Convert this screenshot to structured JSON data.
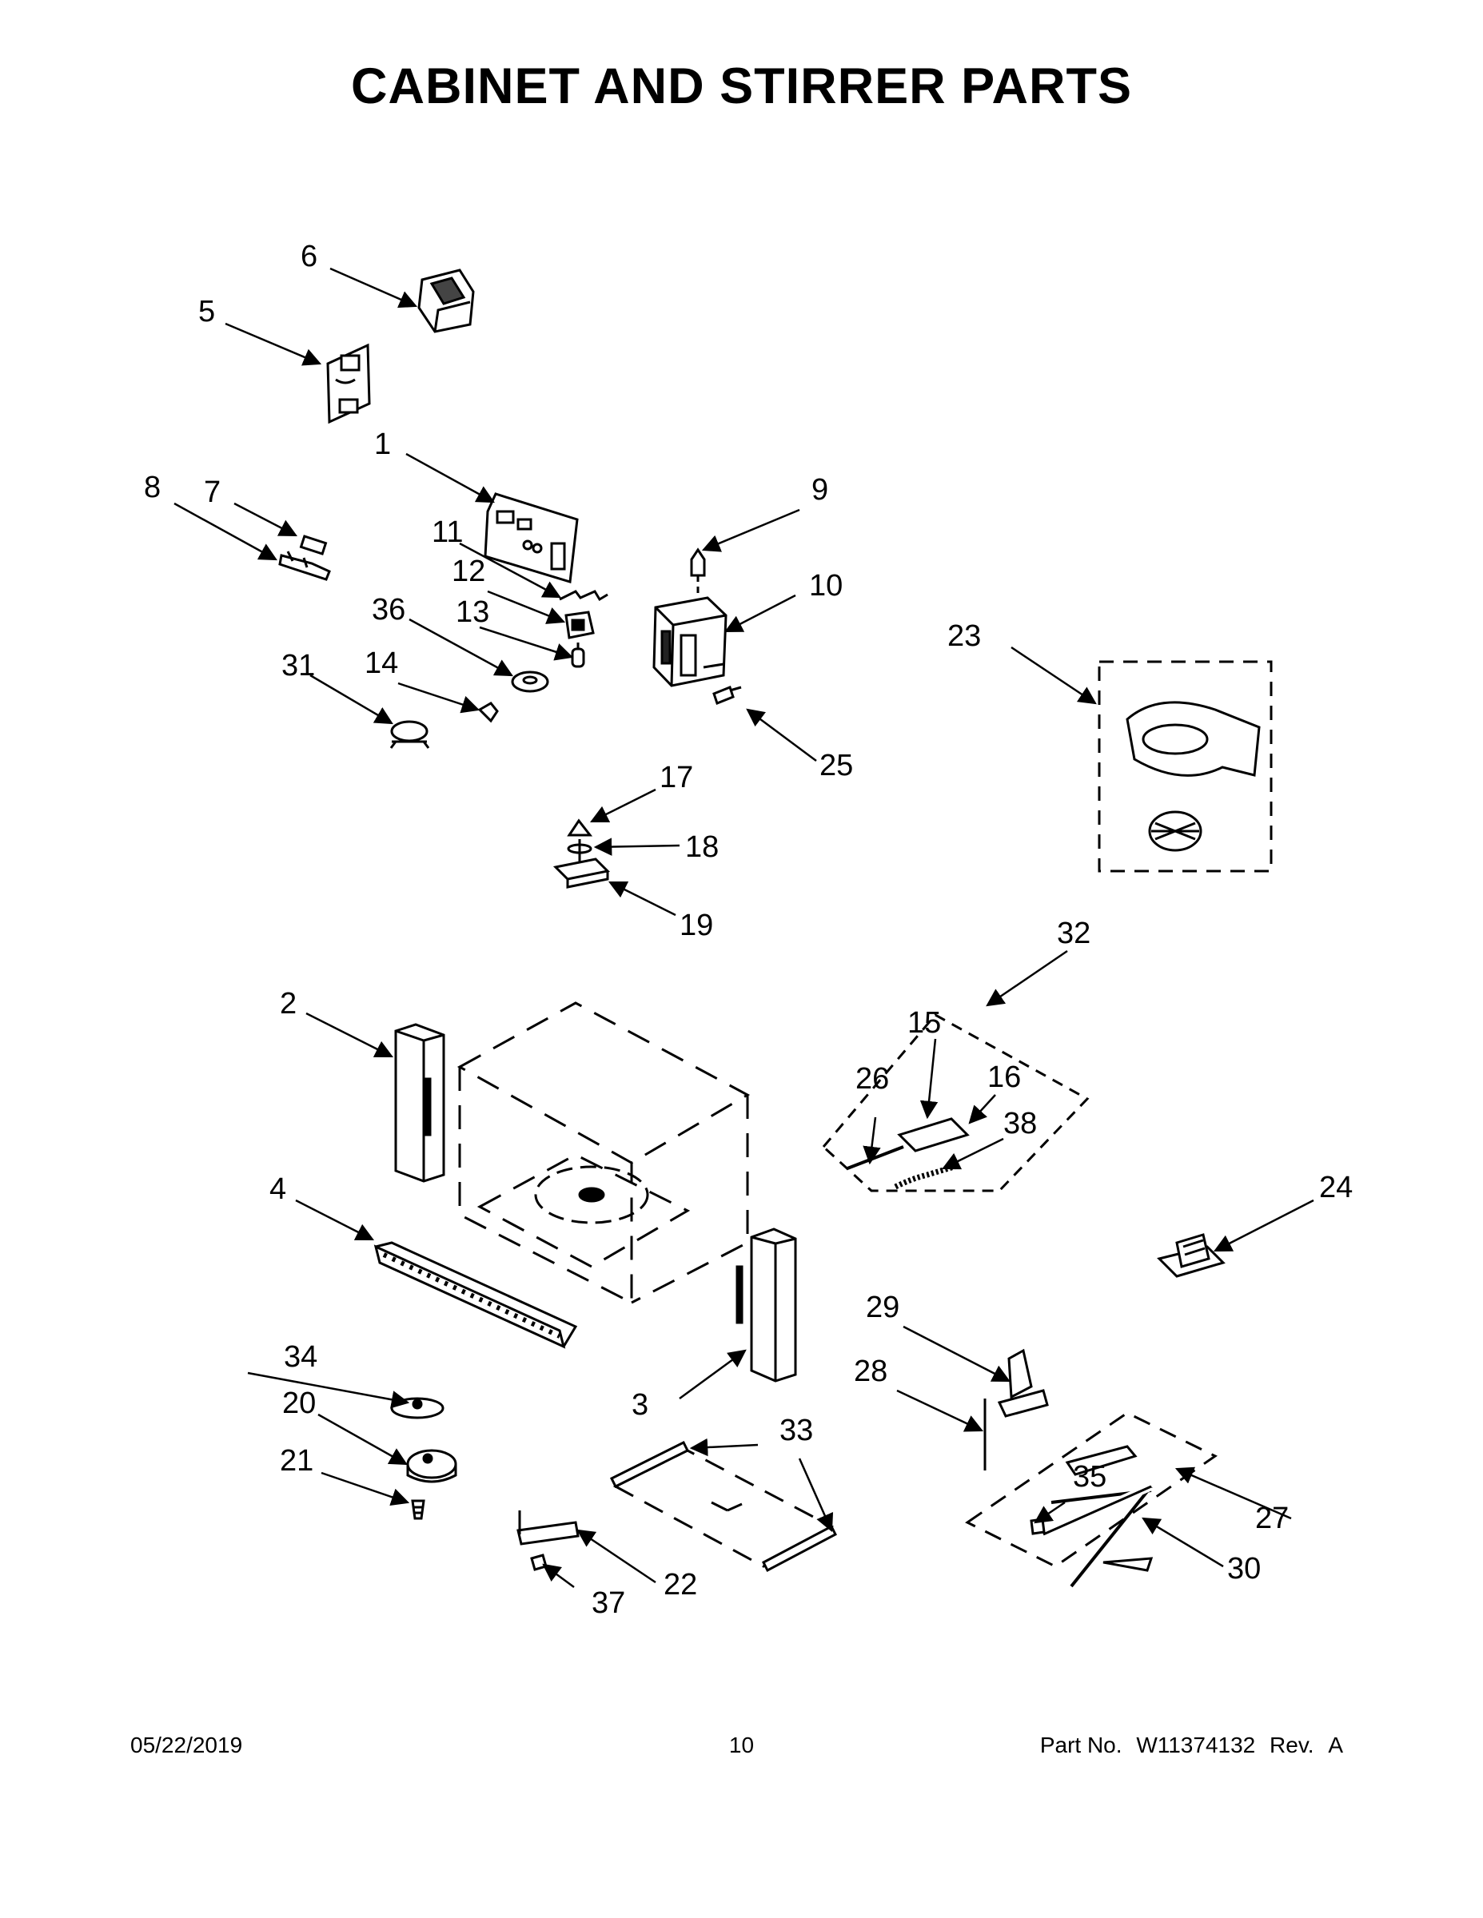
{
  "title": "CABINET AND STIRRER PARTS",
  "callouts": [
    "1",
    "2",
    "3",
    "4",
    "5",
    "6",
    "7",
    "8",
    "9",
    "10",
    "11",
    "12",
    "13",
    "14",
    "15",
    "16",
    "17",
    "18",
    "19",
    "20",
    "21",
    "22",
    "23",
    "24",
    "25",
    "26",
    "27",
    "28",
    "29",
    "30",
    "31",
    "32",
    "33",
    "34",
    "35",
    "36",
    "37",
    "38"
  ],
  "footer": {
    "date": "05/22/2019",
    "page": "10",
    "part_label": "Part No.",
    "part_number": "W11374132",
    "rev_label": "Rev.",
    "rev_value": "A"
  }
}
